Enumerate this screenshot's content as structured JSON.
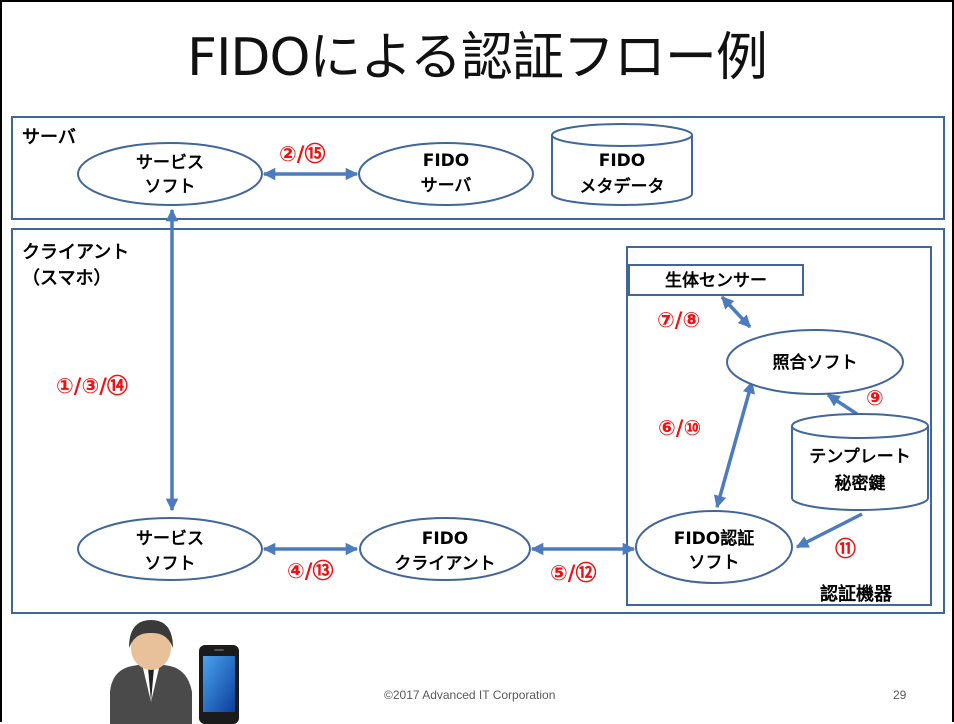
{
  "slide": {
    "title": "FIDOによる認証フロー例",
    "page_number": "29",
    "copyright": "©2017 Advanced IT Corporation"
  },
  "regions": {
    "server": "サーバ",
    "client_line1": "クライアント",
    "client_line2": "（スマホ）",
    "authenticator": "認証機器"
  },
  "nodes": {
    "server_service": [
      "サービス",
      "ソフト"
    ],
    "fido_server": [
      "FIDO",
      "サーバ"
    ],
    "fido_metadata": [
      "FIDO",
      "メタデータ"
    ],
    "biometric_sensor": "生体センサー",
    "matching_software": "照合ソフト",
    "template_key": [
      "テンプレート",
      "秘密鍵"
    ],
    "client_service": [
      "サービス",
      "ソフト"
    ],
    "fido_client": [
      "FIDO",
      "クライアント"
    ],
    "fido_auth_software": [
      "FIDO認証",
      "ソフト"
    ]
  },
  "steps": {
    "s2_15": "②/⑮",
    "s1_3_14": "①/③/⑭",
    "s4_13": "④/⑬",
    "s5_12": "⑤/⑫",
    "s7_8": "⑦/⑧",
    "s6_10": "⑥/⑩",
    "s9": "⑨",
    "s11": "⑪"
  },
  "colors": {
    "stroke": "#41669b",
    "arrow": "#4d7bbf",
    "step_text": "#ee1111"
  },
  "icons": [
    "user-avatar-icon",
    "smartphone-icon"
  ]
}
